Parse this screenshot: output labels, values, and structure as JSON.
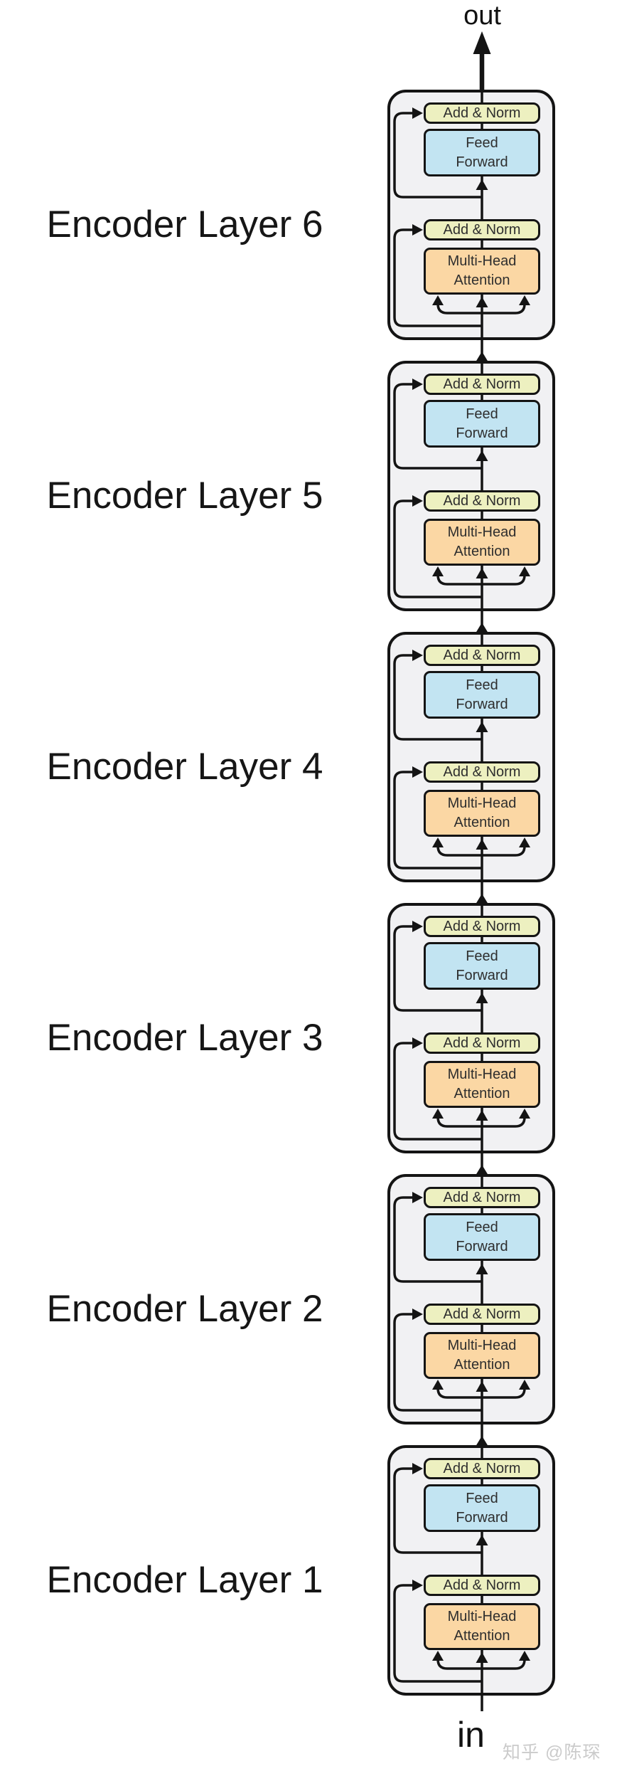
{
  "io": {
    "out": "out",
    "in": "in"
  },
  "layers": [
    {
      "label": "Encoder Layer 6"
    },
    {
      "label": "Encoder Layer 5"
    },
    {
      "label": "Encoder Layer 4"
    },
    {
      "label": "Encoder Layer 3"
    },
    {
      "label": "Encoder Layer 2"
    },
    {
      "label": "Encoder Layer 1"
    }
  ],
  "boxes": {
    "add_norm": "Add & Norm",
    "feed_forward": [
      "Feed",
      "Forward"
    ],
    "multi_head_attention": [
      "Multi-Head",
      "Attention"
    ]
  },
  "watermark": "知乎 @陈琛",
  "colors": {
    "add_norm_fill": "#edf0c0",
    "feed_forward_fill": "#c2e4f2",
    "attention_fill": "#fbd7a4",
    "shell_fill": "#f1f1f3",
    "line": "#141414",
    "watermark_text": "#cbcbcb"
  }
}
